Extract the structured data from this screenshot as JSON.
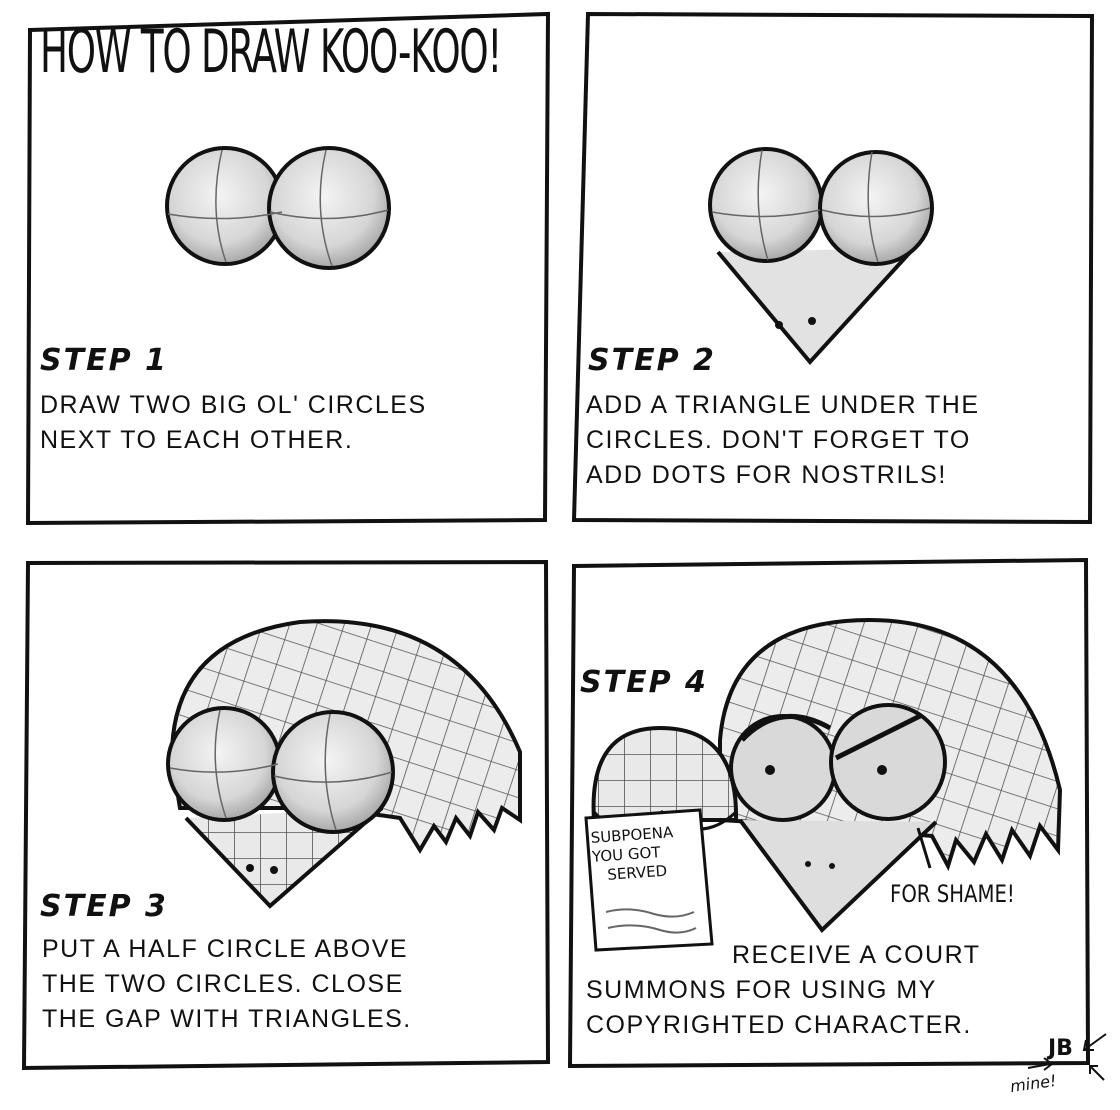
{
  "title": "HOW TO DRAW KOO-KOO!",
  "panels": [
    {
      "heading": "STEP 1",
      "lines": [
        "DRAW TWO BIG OL' CIRCLES",
        "NEXT TO EACH OTHER."
      ]
    },
    {
      "heading": "STEP 2",
      "lines": [
        "ADD A TRIANGLE UNDER THE",
        "CIRCLES. DON'T FORGET TO",
        "ADD DOTS FOR NOSTRILS!"
      ]
    },
    {
      "heading": "STEP 3",
      "lines": [
        "PUT A HALF CIRCLE ABOVE",
        "THE TWO CIRCLES. CLOSE",
        "THE GAP WITH TRIANGLES."
      ]
    },
    {
      "heading": "STEP 4",
      "lines": [
        "RECEIVE A COURT",
        "SUMMONS  FOR USING MY",
        "COPYRIGHTED CHARACTER."
      ]
    }
  ],
  "subpoena": {
    "lines": [
      "SUBPOENA",
      "YOU GOT",
      "SERVED"
    ]
  },
  "shame": "FOR SHAME!",
  "signature": {
    "initials": "JB",
    "note": "mine!"
  },
  "colors": {
    "ink": "#111111",
    "paper": "#ffffff",
    "shade": "#9a9a9a"
  }
}
